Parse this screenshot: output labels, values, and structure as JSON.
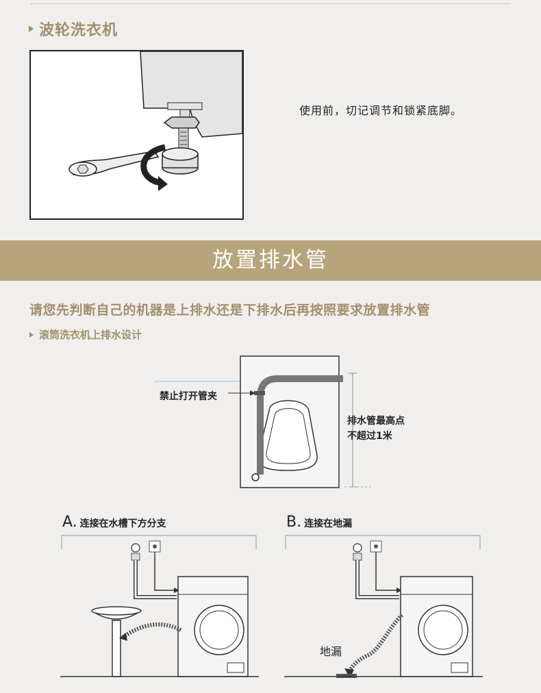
{
  "section1": {
    "title": "波轮洗衣机",
    "note": "使用前，切记调节和锁紧底脚。"
  },
  "section2": {
    "banner": "放置排水管",
    "instruction": "请您先判断自己的机器是上排水还是下排水后再按照要求放置排水管",
    "subtitle": "滚筒洗衣机上排水设计",
    "label_clip": "禁止打开管夹",
    "label_height_line1": "排水管最高点",
    "label_height_line2": "不超过1米"
  },
  "optionA": {
    "letter": "A.",
    "text": "连接在水槽下方分支"
  },
  "optionB": {
    "letter": "B.",
    "text": "连接在地漏",
    "floor_drain_label": "地漏"
  }
}
